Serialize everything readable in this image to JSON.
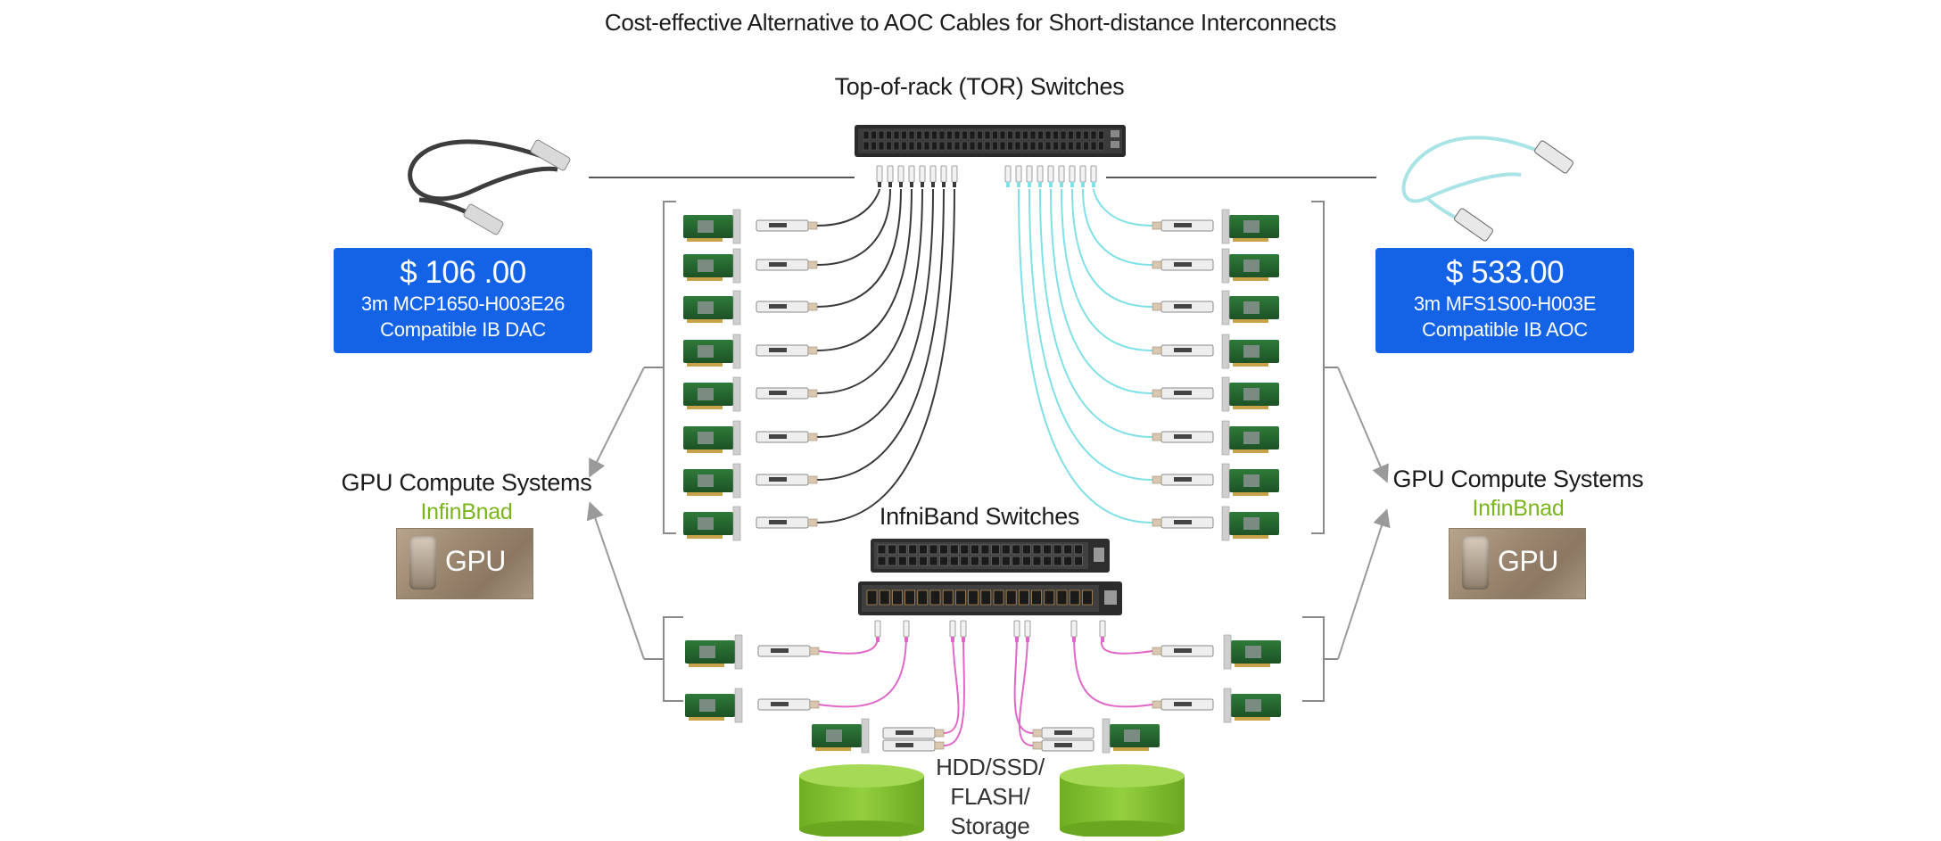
{
  "subtitle": "Cost-effective Alternative to AOC Cables for Short-distance Interconnects",
  "tor_title": "Top-of-rack (TOR) Switches",
  "infiniband_title": "InfniBand Switches",
  "left_offer": {
    "price": "$ 106 .00",
    "line1": "3m MCP1650-H003E26",
    "line2": "Compatible IB DAC"
  },
  "right_offer": {
    "price": "$ 533.00",
    "line1": "3m MFS1S00-H003E",
    "line2": "Compatible IB AOC"
  },
  "left_gpu": {
    "title": "GPU Compute Systems",
    "subtitle": "InfinBnad",
    "tile_label": "GPU"
  },
  "right_gpu": {
    "title": "GPU Compute Systems",
    "subtitle": "InfinBnad",
    "tile_label": "GPU"
  },
  "storage_lines": [
    "HDD/SSD/",
    "FLASH/",
    "Storage"
  ],
  "colors": {
    "price_box": "#1463e6",
    "dac_cable": "#3a3a3a",
    "aoc_cable": "#7fe0e6",
    "storage_cable": "#e067c8",
    "storage_drum": "#8cc63f",
    "infiniband_accent": "#7ab51d"
  }
}
